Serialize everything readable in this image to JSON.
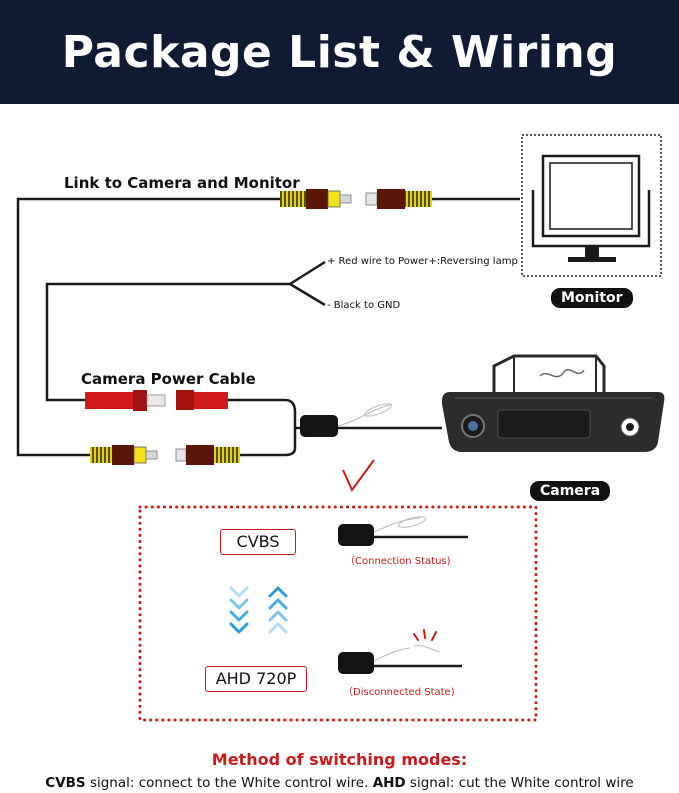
{
  "header": {
    "title": "Package List & Wiring"
  },
  "cables": {
    "link_label": "Link to Camera and Monitor",
    "power_label": "Camera Power Cable",
    "red_wire_label": "+ Red wire to Power+:Reversing lamp",
    "black_wire_label": "- Black to GND"
  },
  "devices": {
    "monitor_label": "Monitor",
    "camera_label": "Camera"
  },
  "modes": {
    "cvbs_label": "CVBS",
    "cvbs_status": "（Connection Status)",
    "ahd_label": "AHD 720P",
    "ahd_status": "（Disconnected State)"
  },
  "method": {
    "title": "Method of switching modes:",
    "cvbs_term": "CVBS",
    "cvbs_text": " signal: connect to the White control wire. ",
    "ahd_term": "AHD",
    "ahd_text": " signal: cut the White control wire"
  },
  "colors": {
    "banner": "#101a33",
    "accent_red": "#c81b1b",
    "rca_yellow": "#f2e21a",
    "power_red": "#d01a1a",
    "arrow_blue": "#2a9be0"
  }
}
